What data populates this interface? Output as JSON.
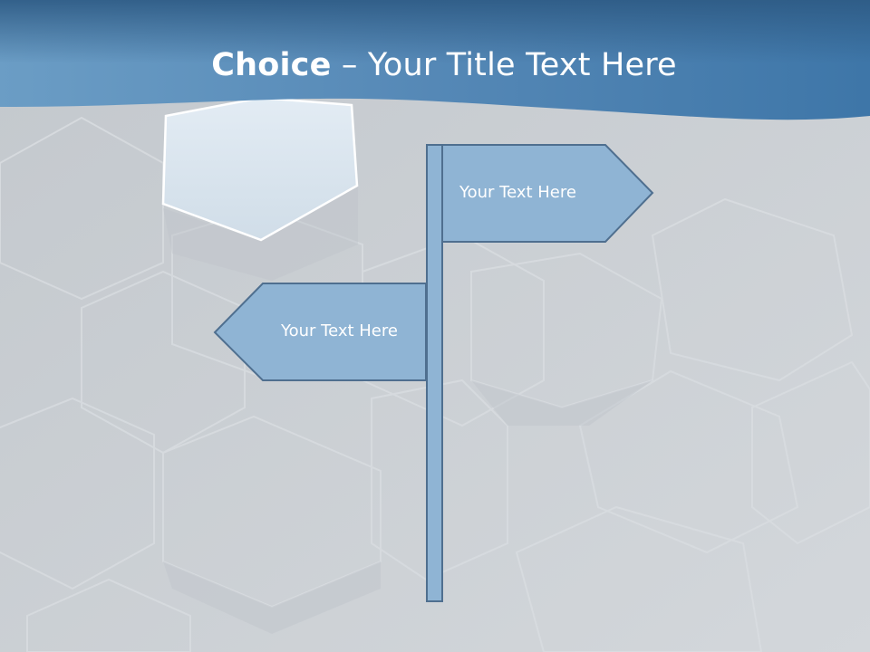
{
  "slide": {
    "title_bold": "Choice",
    "title_rest": " – Your Title Text Here",
    "sign_right_text": "Your Text Here",
    "sign_left_text": "Your Text Here"
  },
  "colors": {
    "header_dark": "#2f5f8c",
    "header_light": "#6a9cc4",
    "background": "#c9ced3",
    "sign_fill": "#8fb4d4",
    "sign_stroke": "#4f6f8f",
    "highlight_hexagon": "#dae6f0"
  }
}
